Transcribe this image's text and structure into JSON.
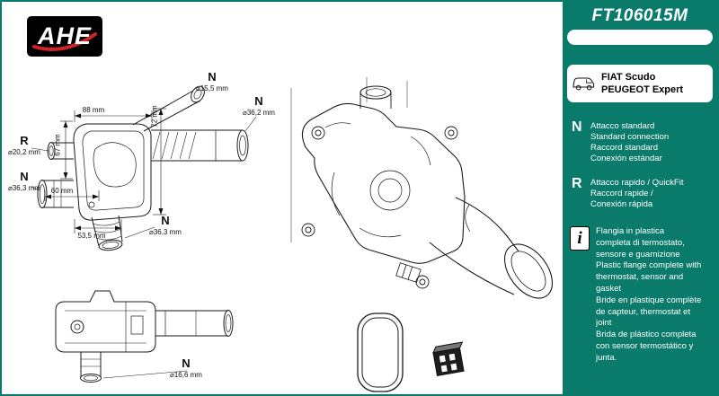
{
  "brand": {
    "name": "AHE"
  },
  "header": {
    "part_number": "FT106015M"
  },
  "applications": {
    "lines": [
      "FIAT Scudo",
      "PEUGEOT Expert"
    ]
  },
  "legend": {
    "standard": {
      "symbol": "N",
      "lines": [
        "Attacco standard",
        "Standard connection",
        "Raccord standard",
        "Conexión estándar"
      ]
    },
    "quickfit": {
      "symbol": "R",
      "lines": [
        "Attacco rapido / QuickFit",
        "Raccord rapide /",
        "Conexión rápida"
      ]
    }
  },
  "note": {
    "icon_glyph": "i",
    "lines": [
      "Flangia in plastica",
      "completa di termostato,",
      "sensore e guarnizione",
      "Plastic flange complete with",
      "thermostat, sensor and",
      "gasket",
      "Bride en plastique complète",
      "de capteur, thermostat et",
      "joint",
      "Brida de plástico completa",
      "con sensor termostático y",
      "junta."
    ]
  },
  "dimensions": {
    "top_outlet": {
      "letter": "N",
      "size": "⌀15,5 mm"
    },
    "right_outlet": {
      "letter": "N",
      "size": "⌀36,2 mm"
    },
    "quickfit_outlet": {
      "letter": "R",
      "size": "⌀20,2 mm"
    },
    "left_outlet": {
      "letter": "N",
      "size": "⌀36,3 mm"
    },
    "bottom_outlet": {
      "letter": "N",
      "size": "⌀36,3 mm"
    },
    "underside_outlet": {
      "letter": "N",
      "size": "⌀16,6 mm"
    },
    "overall_width": "88 mm",
    "height_left": "67 mm",
    "height_right": "72 mm",
    "inner_width": "60 mm",
    "lower_width": "53,5 mm"
  },
  "colors": {
    "accent_teal": "#0A7A6A",
    "logo_red": "#D2232A",
    "line_color": "#1A1A1A"
  }
}
